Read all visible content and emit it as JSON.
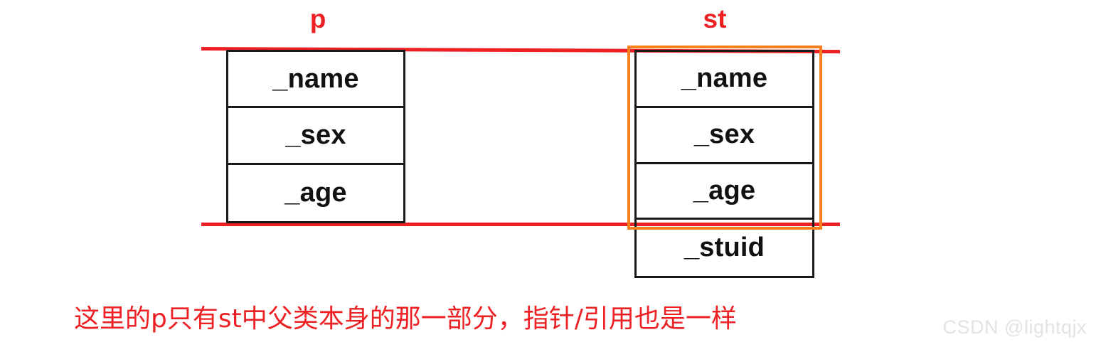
{
  "diagram": {
    "title_left": "p",
    "title_right": "st",
    "objects": [
      {
        "name": "p",
        "label": "p",
        "fields": [
          "_name",
          "_sex",
          "_age"
        ]
      },
      {
        "name": "st",
        "label": "st",
        "fields": [
          "_name",
          "_sex",
          "_age",
          "_stuid"
        ]
      }
    ],
    "annotations": {
      "slice_line_top": "red-slice-line-top",
      "slice_line_bottom": "red-slice-line-bottom",
      "highlight_label": "base-class-sub-object-highlight"
    },
    "caption": "这里的p只有st中父类本身的那一部分，指针/引用也是一样",
    "watermark": "CSDN @lightqjx",
    "colors": {
      "accent_red": "#ED2024",
      "accent_orange": "#F7801E",
      "box_border": "#1A1A1A",
      "watermark_gray": "#E3E3E3",
      "background": "#FFFFFF"
    }
  }
}
